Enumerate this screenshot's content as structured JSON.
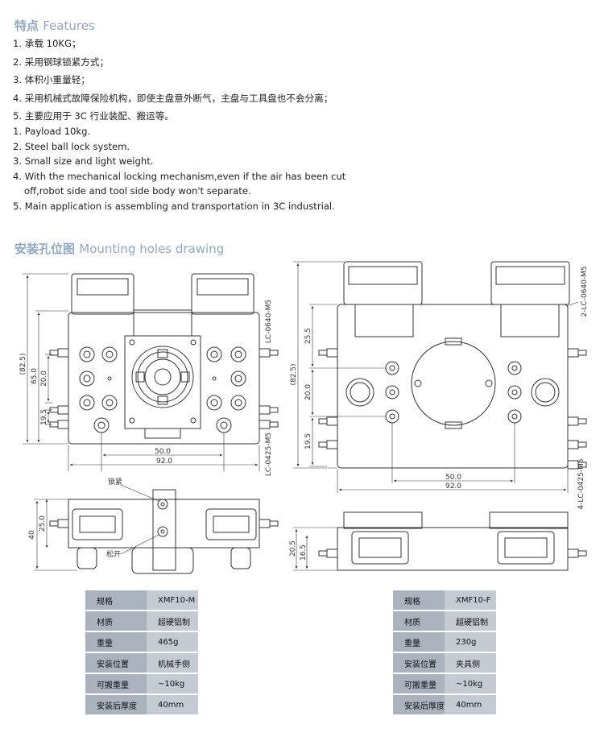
{
  "features": {
    "heading_cn": "特点",
    "heading_en": "Features",
    "items_cn": [
      "1. 承载 10KG；",
      "2. 采用钢球锁紧方式；",
      "3. 体积小重量轻；",
      "4. 采用机械式故障保险机构，即使主盘意外断气，主盘与工具盘也不会分离；",
      "5. 主要应用于 3C 行业装配、搬运等。"
    ],
    "items_en": [
      "1. Payload 10kg.",
      "2. Steel ball lock system.",
      "3. Small size and  light weight.",
      "4. With the mechanical locking mechanism,even if the air has been cut",
      "off,robot side and tool side body won't separate.",
      "5. Main application is assembling and transportation in 3C industrial."
    ]
  },
  "drawing": {
    "heading_cn": "安装孔位图",
    "heading_en": "Mounting holes drawing",
    "left": {
      "dim_overall_h": "(82.5)",
      "dim_65": "65.0",
      "dim_20": "20.0",
      "dim_19_5": "19.5",
      "dim_50": "50.0",
      "dim_92": "92.0",
      "port_top": "LC-0640-M5",
      "port_bottom": "LC-0425-M5",
      "side_dim_40": "40",
      "side_dim_25": "25.0",
      "label_lock": "锁紧",
      "label_release": "松开"
    },
    "right": {
      "dim_25_5": "25.5",
      "dim_overall_h": "(82.5)",
      "dim_20": "20.0",
      "dim_19_5": "19.5",
      "dim_50": "50.0",
      "dim_92": "92.0",
      "port_top": "2-LC-0640-M5",
      "port_bottom": "4-LC-0425-M5",
      "side_dim_20_5": "20.5",
      "side_dim_16_5": "16.5"
    }
  },
  "spec_tables": [
    {
      "rows": [
        {
          "key": "规格",
          "value": "XMF10-M"
        },
        {
          "key": "材质",
          "value": "超硬铝制"
        },
        {
          "key": "重量",
          "value": "465g"
        },
        {
          "key": "安装位置",
          "value": "机械手侧"
        },
        {
          "key": "可搬重量",
          "value": "~10kg"
        },
        {
          "key": "安装后厚度",
          "value": "40mm"
        }
      ]
    },
    {
      "rows": [
        {
          "key": "规格",
          "value": "XMF10-F"
        },
        {
          "key": "材质",
          "value": "超硬铝制"
        },
        {
          "key": "重量",
          "value": "230g"
        },
        {
          "key": "安装位置",
          "value": "夹具侧"
        },
        {
          "key": "可搬重量",
          "value": "~10kg"
        },
        {
          "key": "安装后厚度",
          "value": "40mm"
        }
      ]
    }
  ],
  "colors": {
    "heading": "#8fa9c4",
    "table_key": "#aab3bd",
    "table_value": "#c4cbd3",
    "line": "#333333"
  }
}
